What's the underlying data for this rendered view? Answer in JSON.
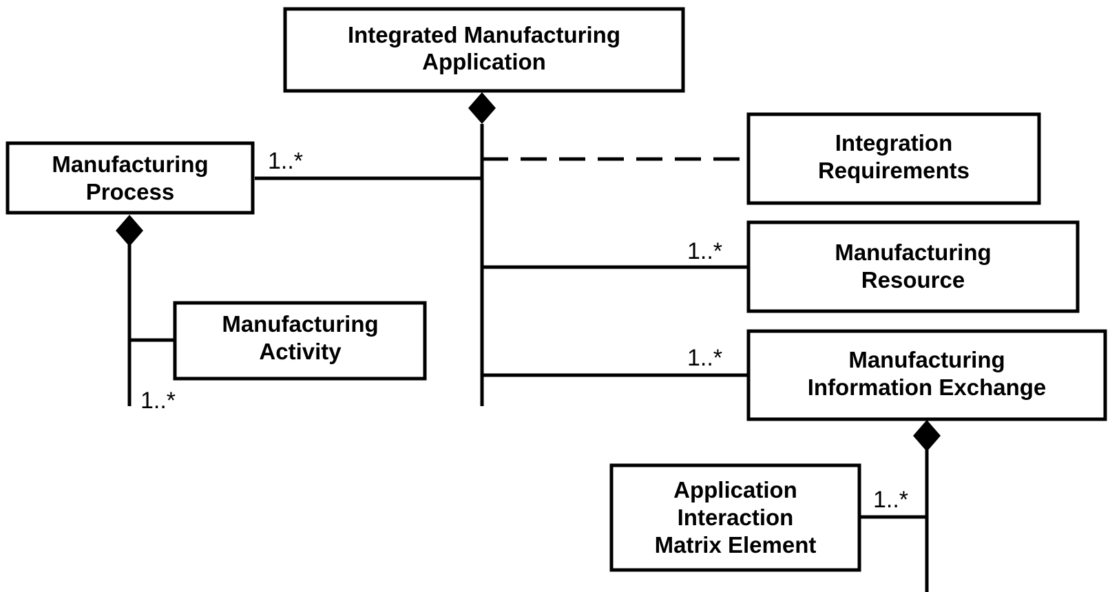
{
  "boxes": {
    "integrated_manufacturing_application": {
      "lines": [
        "Integrated Manufacturing",
        "Application"
      ]
    },
    "manufacturing_process": {
      "lines": [
        "Manufacturing",
        "Process"
      ]
    },
    "manufacturing_activity": {
      "lines": [
        "Manufacturing",
        "Activity"
      ]
    },
    "integration_requirements": {
      "lines": [
        "Integration",
        "Requirements"
      ]
    },
    "manufacturing_resource": {
      "lines": [
        "Manufacturing",
        "Resource"
      ]
    },
    "manufacturing_information_exchange": {
      "lines": [
        "Manufacturing",
        "Information Exchange"
      ]
    },
    "application_interaction_matrix_element": {
      "lines": [
        "Application",
        "Interaction",
        "Matrix Element"
      ]
    }
  },
  "multiplicities": {
    "process_to_application": "1..*",
    "resource_to_application": "1..*",
    "info_exchange_to_application": "1..*",
    "activity_to_process": "1..*",
    "matrix_element_to_info_exchange": "1..*"
  }
}
